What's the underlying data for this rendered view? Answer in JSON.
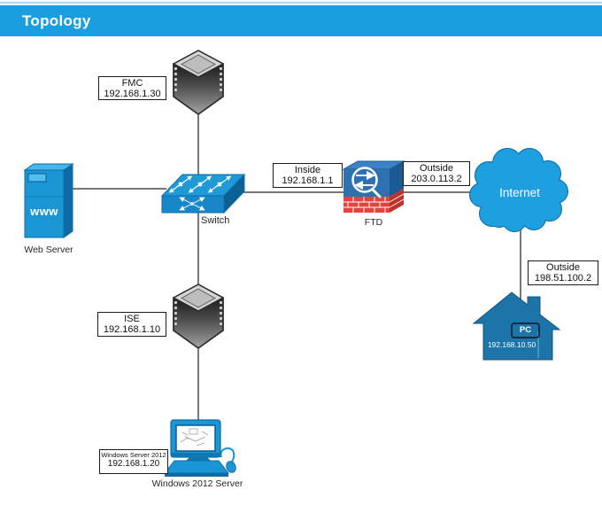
{
  "header": {
    "title": "Topology"
  },
  "colors": {
    "header_bg": "#199fdf",
    "header_strip": "#a8d8f0",
    "node_blue": "#1b96d5",
    "node_blue_dark": "#0f6ba5",
    "node_blue_light": "#45b6ea",
    "house_blue": "#1c74a8",
    "cloud_blue": "#1e9fe0",
    "cloud_border": "#0b6aa4",
    "ftd_blue": "#2e71b0",
    "brick_red": "#e8423d",
    "server_lid_gray": "#d6d6d6",
    "line_gray": "#4a4a4a",
    "label_border": "#1a1a1a"
  },
  "nodes": {
    "fmc": {
      "name": "FMC",
      "ip": "192.168.1.30"
    },
    "ise": {
      "name": "ISE",
      "ip": "192.168.1.10"
    },
    "switch": {
      "caption": "Switch"
    },
    "web_server": {
      "caption": "Web Server",
      "face_text": "www"
    },
    "ftd": {
      "caption": "FTD"
    },
    "internet": {
      "label": "Internet"
    },
    "home_pc": {
      "pc_label": "PC",
      "ip": "192.168.10.50"
    },
    "windows_server": {
      "label_name": "Windows Server 2012",
      "ip": "192.168.1.20",
      "caption": "Windows 2012 Server"
    }
  },
  "interface_labels": {
    "inside": {
      "name": "Inside",
      "ip": "192.168.1.1"
    },
    "outside_ftd": {
      "name": "Outside",
      "ip": "203.0.113.2"
    },
    "outside_home": {
      "name": "Outside",
      "ip": "198.51.100.2"
    }
  },
  "icons": {
    "fmc": "server-cube-icon",
    "ise": "server-cube-icon",
    "switch": "workgroup-switch-icon",
    "ftd": "firewall-icon",
    "internet": "cloud-icon",
    "web_server": "server-tower-icon",
    "home_pc": "home-icon",
    "windows_server": "workstation-icon"
  }
}
